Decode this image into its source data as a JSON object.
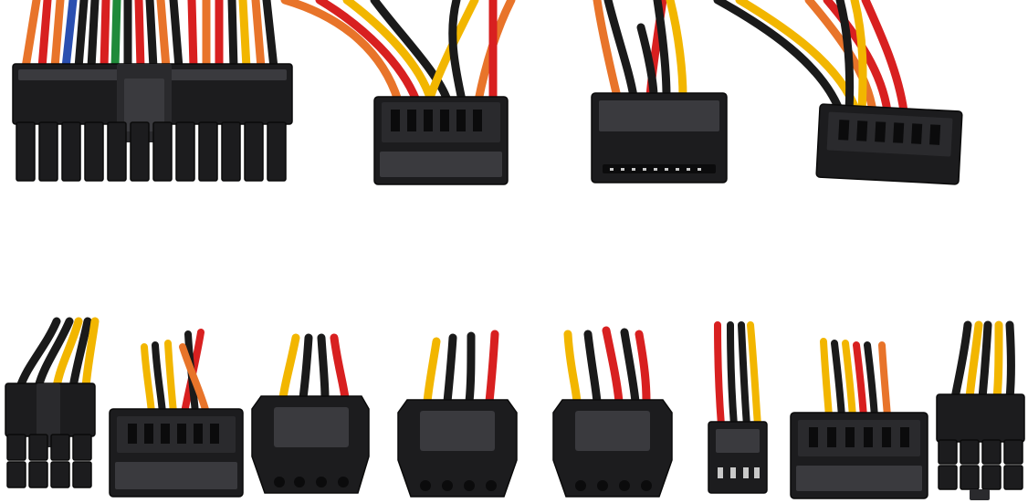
{
  "image": {
    "background": "#ffffff",
    "wire_colors": {
      "black": "#1a1a1a",
      "red": "#d82020",
      "yellow": "#f2b600",
      "orange": "#e8742a",
      "green": "#1f8a3a",
      "blue": "#2a4fb0",
      "brown": "#7a4a2a"
    },
    "plastic_color": "#1c1c1e"
  },
  "connectors": {
    "top_row": [
      "atx-24pin",
      "sata-power",
      "sata-power",
      "sata-power"
    ],
    "bottom_row": [
      "eps-8pin",
      "sata-power",
      "molex-4pin",
      "molex-4pin",
      "molex-4pin",
      "floppy-4pin",
      "sata-power",
      "pcie-8pin"
    ]
  }
}
